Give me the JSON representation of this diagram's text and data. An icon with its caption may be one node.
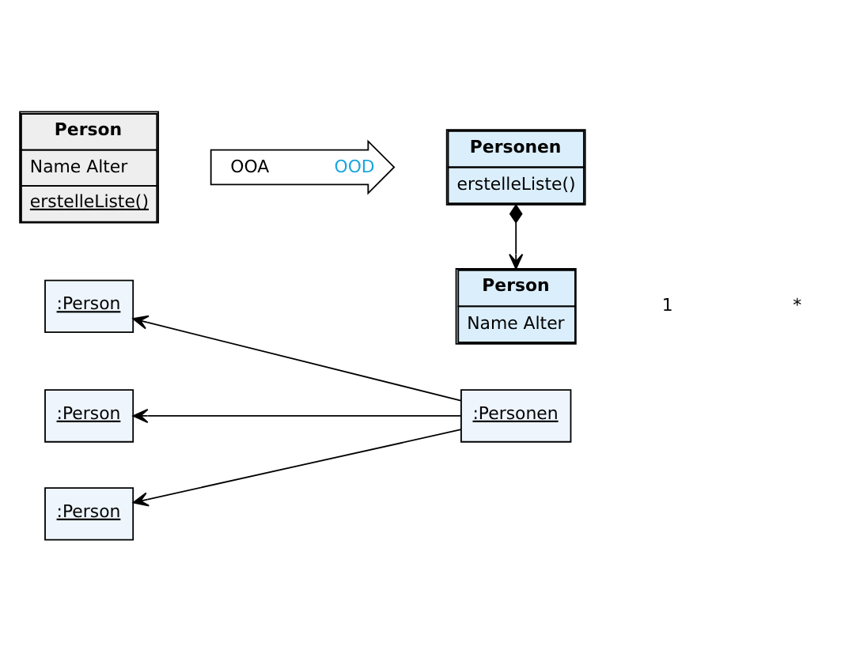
{
  "diagram": {
    "nodes": [
      {
        "text": [
          "Person",
          "Name Alter",
          "erstelleListe()"
        ]
      },
      {
        "text": [
          "OOA",
          "OOD"
        ]
      },
      {
        "text": [
          "Personen",
          "erstelleListe()"
        ]
      },
      {
        "text": [
          "Person",
          "Name Alter"
        ]
      },
      {
        "text": [
          ":Person"
        ]
      },
      {
        "text": [
          ":Person"
        ]
      },
      {
        "text": [
          ":Person"
        ]
      },
      {
        "text": [
          ":Personen"
        ]
      }
    ],
    "edges": [
      {
        "from": 2,
        "to": 3,
        "arrow": "to"
      },
      {
        "from": 7,
        "to": 4,
        "arrow": "to"
      },
      {
        "from": 7,
        "to": 5,
        "arrow": "to"
      },
      {
        "from": 7,
        "to": 6,
        "arrow": "to"
      }
    ],
    "labels": [
      "1",
      "*"
    ]
  }
}
